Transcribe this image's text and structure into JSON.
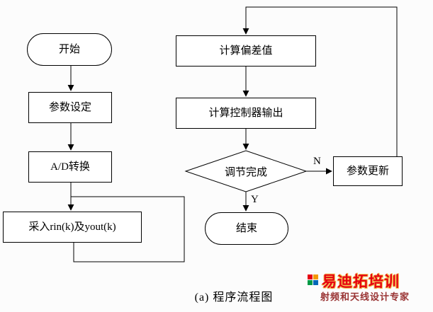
{
  "flowchart": {
    "nodes": {
      "start": {
        "label": "开始"
      },
      "param_set": {
        "label": "参数设定"
      },
      "ad_convert": {
        "label": "A/D转换"
      },
      "sample": {
        "label": "采入rin(k)及yout(k)"
      },
      "calc_error": {
        "label": "计算偏差值"
      },
      "calc_output": {
        "label": "计算控制器输出"
      },
      "adjust_done": {
        "label": "调节完成"
      },
      "end": {
        "label": "结束"
      },
      "param_update": {
        "label": "参数更新"
      }
    },
    "branch_labels": {
      "no": "N",
      "yes": "Y"
    }
  },
  "caption": "(a) 程序流程图",
  "watermark": {
    "brand": "易迪拓培训",
    "tagline": "射频和天线设计专家",
    "brand_color": "#e60012",
    "tagline_color": "#993333",
    "logo_colors": [
      "#e60012",
      "#f39800",
      "#009944",
      "#0068b7"
    ]
  },
  "colors": {
    "line": "#000000",
    "node_border": "#000000",
    "node_fill": "#ffffff",
    "background": "#fcfcfc"
  }
}
